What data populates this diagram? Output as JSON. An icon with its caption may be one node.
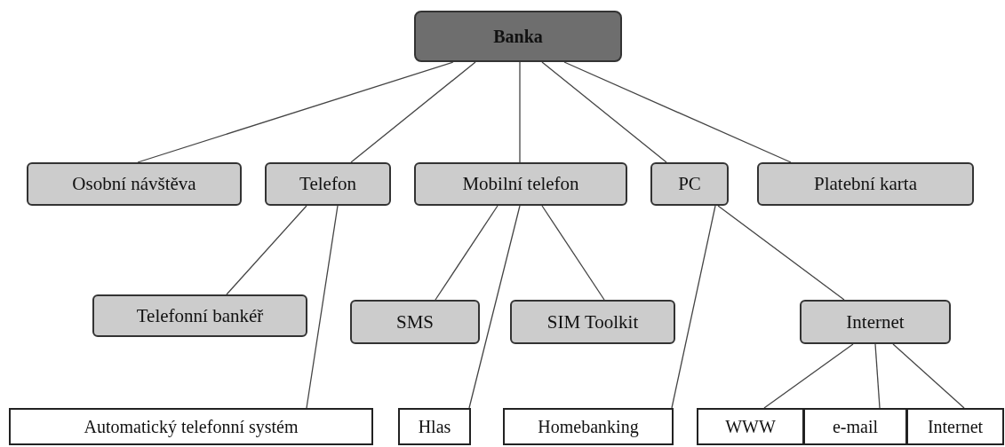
{
  "diagram": {
    "nodes": [
      {
        "text": [
          "Banka"
        ]
      },
      {
        "text": [
          "Osobní návštěva"
        ]
      },
      {
        "text": [
          "Telefon"
        ]
      },
      {
        "text": [
          "Mobilní telefon"
        ]
      },
      {
        "text": [
          "PC"
        ]
      },
      {
        "text": [
          "Platební karta"
        ]
      },
      {
        "text": [
          "Telefonní bankéř"
        ]
      },
      {
        "text": [
          "SMS"
        ]
      },
      {
        "text": [
          "SIM Toolkit"
        ]
      },
      {
        "text": [
          "Internet"
        ]
      },
      {
        "text": [
          "Automatický telefonní systém"
        ]
      },
      {
        "text": [
          "Hlas"
        ]
      },
      {
        "text": [
          "Homebanking"
        ]
      },
      {
        "text": [
          "WWW"
        ]
      },
      {
        "text": [
          "e-mail"
        ]
      },
      {
        "text": [
          "Internet"
        ]
      }
    ],
    "edges": [
      {
        "from": 0,
        "to": 1,
        "arrow": "none"
      },
      {
        "from": 0,
        "to": 2,
        "arrow": "none"
      },
      {
        "from": 0,
        "to": 3,
        "arrow": "none"
      },
      {
        "from": 0,
        "to": 4,
        "arrow": "none"
      },
      {
        "from": 0,
        "to": 5,
        "arrow": "none"
      },
      {
        "from": 2,
        "to": 6,
        "arrow": "none"
      },
      {
        "from": 2,
        "to": 10,
        "arrow": "none"
      },
      {
        "from": 3,
        "to": 7,
        "arrow": "none"
      },
      {
        "from": 3,
        "to": 11,
        "arrow": "none"
      },
      {
        "from": 3,
        "to": 8,
        "arrow": "none"
      },
      {
        "from": 4,
        "to": 12,
        "arrow": "none"
      },
      {
        "from": 4,
        "to": 9,
        "arrow": "none"
      },
      {
        "from": 9,
        "to": 13,
        "arrow": "none"
      },
      {
        "from": 9,
        "to": 14,
        "arrow": "none"
      },
      {
        "from": 9,
        "to": 15,
        "arrow": "none"
      }
    ]
  }
}
